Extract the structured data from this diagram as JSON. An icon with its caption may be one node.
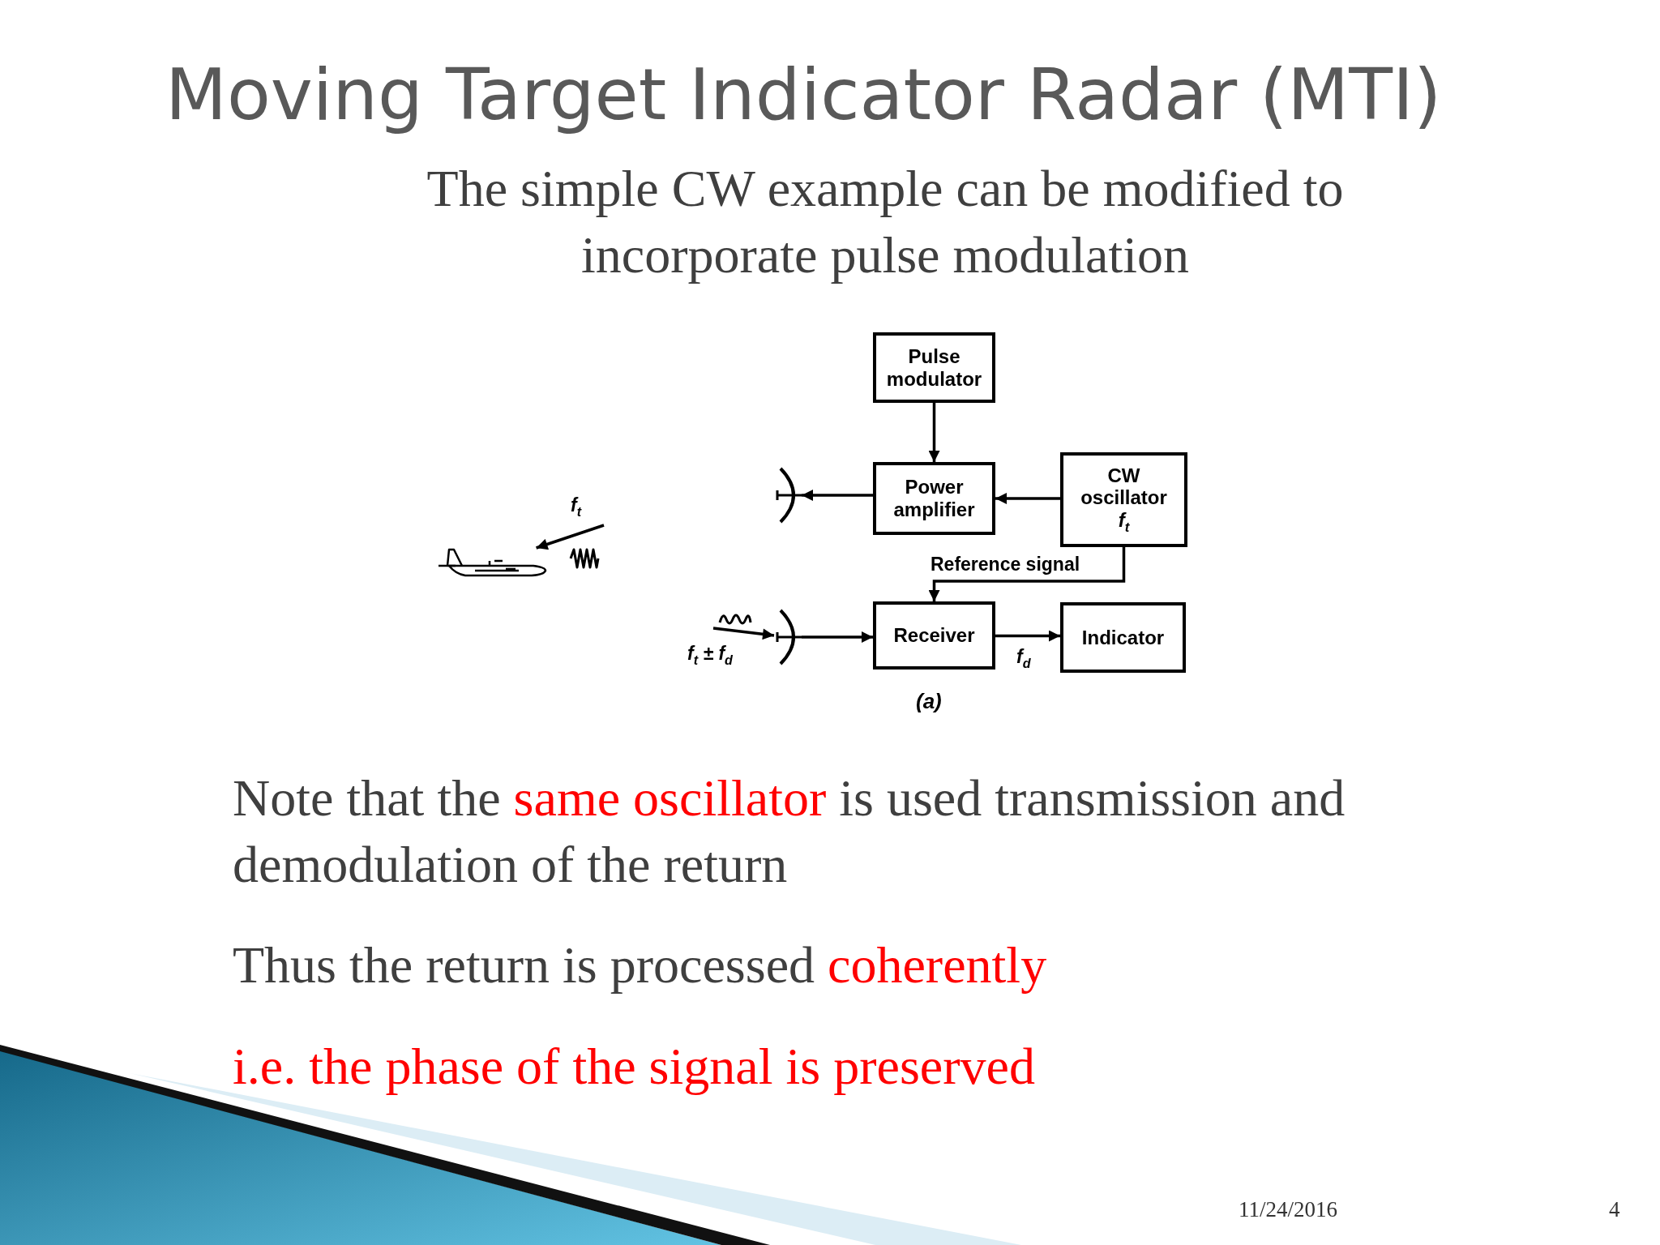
{
  "diagram": {
    "title": "Moving Target Indicator Radar (MTI)",
    "nodes": [
      {
        "text": [
          "Pulse modulator"
        ]
      },
      {
        "text": [],
        "shape": "antenna"
      },
      {
        "text": [
          "Power amplifier"
        ]
      },
      {
        "text": [
          "CW oscillator",
          "f$_{t}$"
        ]
      },
      {
        "text": [],
        "shape": "airplane"
      },
      {
        "text": [],
        "shape": "antenna"
      },
      {
        "text": [
          "Receiver"
        ]
      },
      {
        "text": [
          "Indicator"
        ]
      }
    ],
    "edges": [
      {
        "from": 0,
        "to": 2,
        "arrow": "to"
      },
      {
        "from": 3,
        "to": 2,
        "arrow": "to"
      },
      {
        "from": 2,
        "to": 1,
        "arrow": "to"
      },
      {
        "from": 3,
        "to": 6,
        "arrow": "to",
        "label": "Reference signal"
      },
      {
        "from": 5,
        "to": 6,
        "arrow": "to"
      },
      {
        "from": 6,
        "to": 7,
        "arrow": "to",
        "label": "f$_{d}$"
      },
      {
        "from": null,
        "to": 4,
        "arrow": "to",
        "label": "f$_{t}$"
      },
      {
        "from": null,
        "to": 5,
        "arrow": "to",
        "label": "f$_{t}$ ± f$_{d}$"
      }
    ],
    "labels": [
      "The simple CW example can be modified to incorporate pulse modulation",
      "(a)",
      "Note that the **same oscillator** is used transmission and demodulation of the return",
      "Thus the return is processed **coherently**",
      "i.e. the phase of the signal is preserved",
      "11/24/2016",
      "4"
    ]
  }
}
